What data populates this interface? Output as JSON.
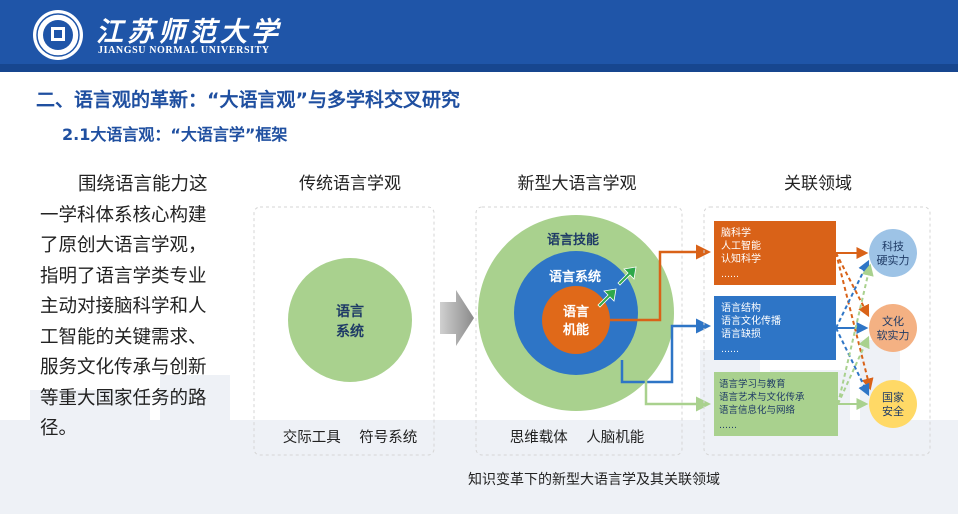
{
  "header": {
    "university_cn": "江苏师范大学",
    "university_en": "JIANGSU NORMAL UNIVERSITY",
    "color_primary": "#1f55a8"
  },
  "slide": {
    "title": "二、语言观的革新：“大语言观”与多学科交叉研究",
    "subtitle": "2.1大语言观：“大语言学”框架",
    "paragraph_lines": [
      "围绕语言能力这",
      "一学科体系核心构建",
      "了原创大语言学观，",
      "指明了语言学类专业",
      "主动对接脑科学和人",
      "工智能的关键需求、",
      "服务文化传承与创新",
      "等重大国家任务的路",
      "径。"
    ]
  },
  "diagram": {
    "caption": "知识变革下的新型大语言学及其关联领域",
    "traditional": {
      "heading": "传统语言学观",
      "circle_label": [
        "语言",
        "系统"
      ],
      "footer": "交际工具    符号系统",
      "color": "#a9d18e"
    },
    "new": {
      "heading": "新型大语言学观",
      "outer_label": "语言技能",
      "middle_label": "语言系统",
      "inner_label": [
        "语言",
        "机能"
      ],
      "footer": "思维载体    人脑机能",
      "colors": {
        "outer": "#a9d18e",
        "middle": "#2e75c6",
        "inner": "#e06919"
      }
    },
    "related": {
      "heading": "关联领域",
      "boxes": [
        {
          "lines": [
            "脑科学",
            "人工智能",
            "认知科学",
            "……"
          ],
          "color": "#d96218"
        },
        {
          "lines": [
            "语言结构",
            "语言文化传播",
            "语言缺损",
            "……"
          ],
          "color": "#2e75c6"
        },
        {
          "lines": [
            "语言学习与教育",
            "语言艺术与文化传承",
            "语言信息化与网络",
            "……"
          ],
          "color": "#a9d18e"
        }
      ],
      "targets": [
        {
          "lines": [
            "科技",
            "硬实力"
          ],
          "color": "#9dc3e6"
        },
        {
          "lines": [
            "文化",
            "软实力"
          ],
          "color": "#f4b183"
        },
        {
          "lines": [
            "国家",
            "安全"
          ],
          "color": "#ffd966"
        }
      ]
    }
  }
}
